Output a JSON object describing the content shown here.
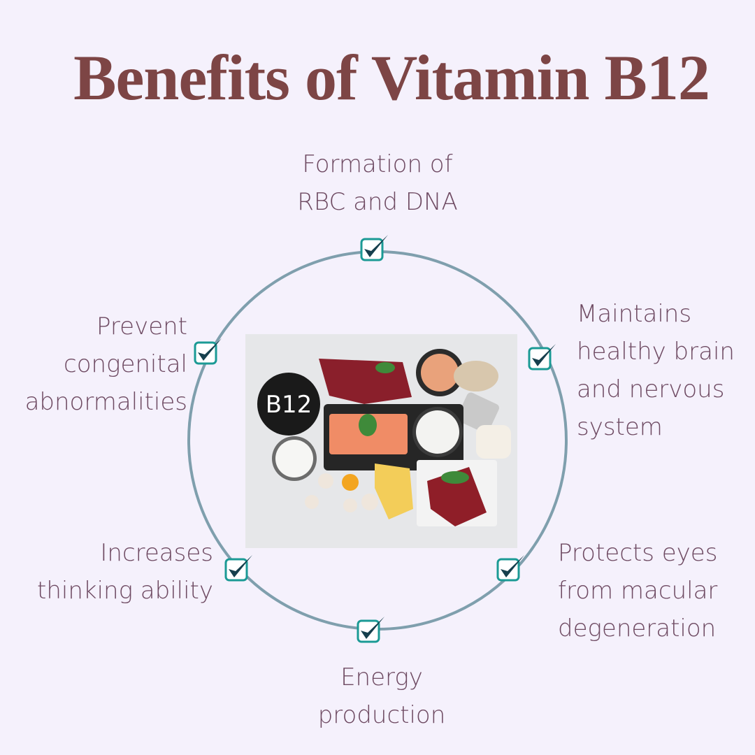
{
  "title": "Benefits of Vitamin B12",
  "colors": {
    "background": "#f5f1fc",
    "title": "#7d4545",
    "text": "#6e4a62",
    "ring": "#7f9fad",
    "check_box": "#1b9a95",
    "check_mark": "#163f4d"
  },
  "center_image": {
    "alt": "Foods rich in vitamin B12: liver, salmon, shrimp, sardines, yogurt, milk, cottage cheese, egg yolk, mushrooms, cheese",
    "plate_text": "B12"
  },
  "benefits": [
    {
      "id": "top",
      "lines": [
        "Formation of",
        "RBC and DNA"
      ]
    },
    {
      "id": "upper-right",
      "lines": [
        "Maintains",
        "healthy brain",
        "and nervous",
        "system"
      ]
    },
    {
      "id": "lower-right",
      "lines": [
        "Protects eyes",
        "from macular",
        "degeneration"
      ]
    },
    {
      "id": "bottom",
      "lines": [
        "Energy",
        "production"
      ]
    },
    {
      "id": "lower-left",
      "lines": [
        "Increases",
        "thinking ability"
      ]
    },
    {
      "id": "upper-left",
      "lines": [
        "Prevent",
        "congenital",
        "abnormalities"
      ]
    }
  ]
}
